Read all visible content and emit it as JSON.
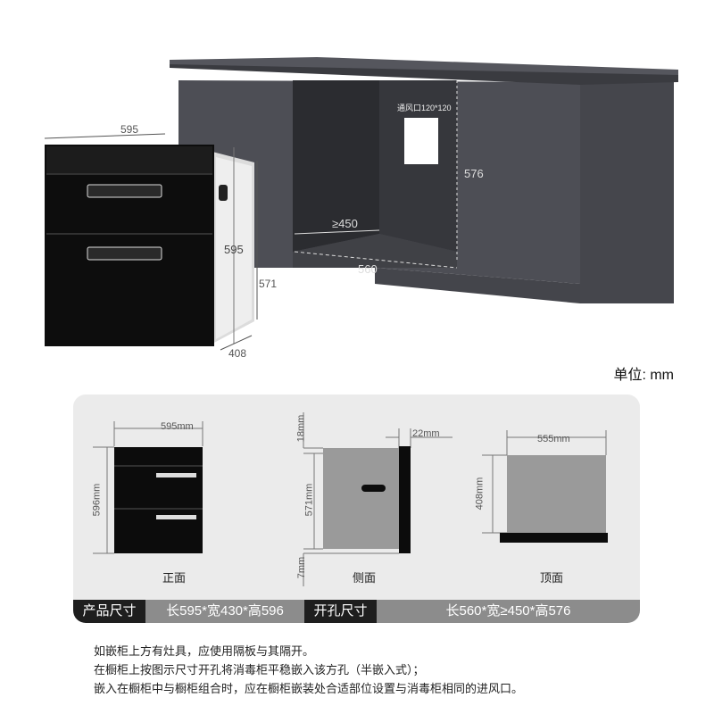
{
  "top_illustration": {
    "cabinet_vent_label": "通风口120*120",
    "cabinet_height": "576",
    "cabinet_depth": "≥450",
    "cabinet_width": "560",
    "product_width": "595",
    "product_height": "595",
    "product_embed_height": "571",
    "product_depth": "408",
    "unit_label": "单位: mm"
  },
  "views": {
    "front": {
      "label": "正面",
      "width": "595mm",
      "height": "596mm"
    },
    "side": {
      "label": "侧面",
      "top_gap": "18mm",
      "height": "571mm",
      "bottom_gap": "7mm",
      "panel_thickness": "22mm"
    },
    "top": {
      "label": "顶面",
      "width": "555mm",
      "depth": "408mm"
    }
  },
  "spec_bar": {
    "product_size_label": "产品尺寸",
    "product_size_value": "长595*宽430*高596",
    "cutout_size_label": "开孔尺寸",
    "cutout_size_value": "长560*宽≥450*高576"
  },
  "notes": [
    "如嵌柜上方有灶具，应使用隔板与其隔开。",
    "在橱柜上按图示尺寸开孔将消毒柜平稳嵌入该方孔（半嵌入式）；",
    "嵌入在橱柜中与橱柜组合时，应在橱柜嵌装处合适部位设置与消毒柜相同的进风口。"
  ],
  "colors": {
    "cabinet": "#4a4b52",
    "countertop": "#3e3f45",
    "product_black": "#0c0c0c",
    "panel_bg": "#ebebeb"
  }
}
